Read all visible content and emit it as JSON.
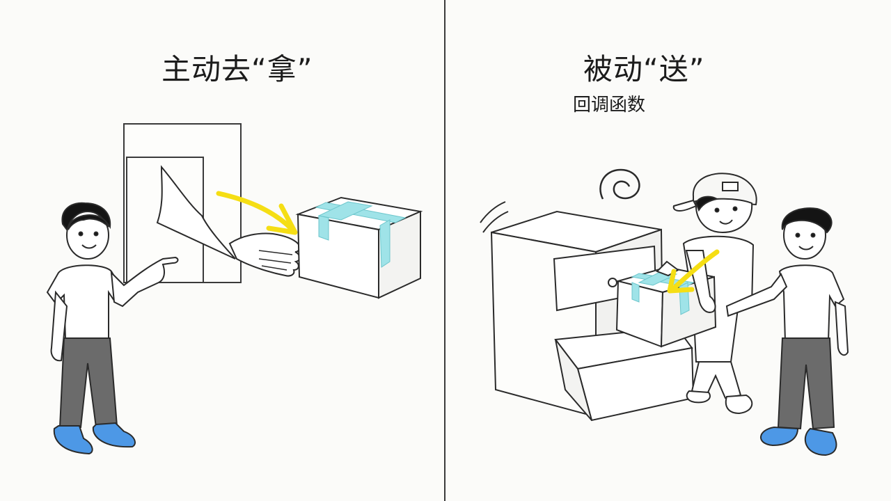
{
  "panels": {
    "left": {
      "title": "主动去“拿”"
    },
    "right": {
      "title": "被动“送”",
      "label": "回调函数"
    }
  },
  "colors": {
    "paper": "#fbfbf9",
    "ink": "#2a2a2a",
    "arrow": "#f5de14",
    "tape": "#9fe3e8",
    "pants": "#6b6b6b",
    "shoes": "#4d98e6"
  }
}
